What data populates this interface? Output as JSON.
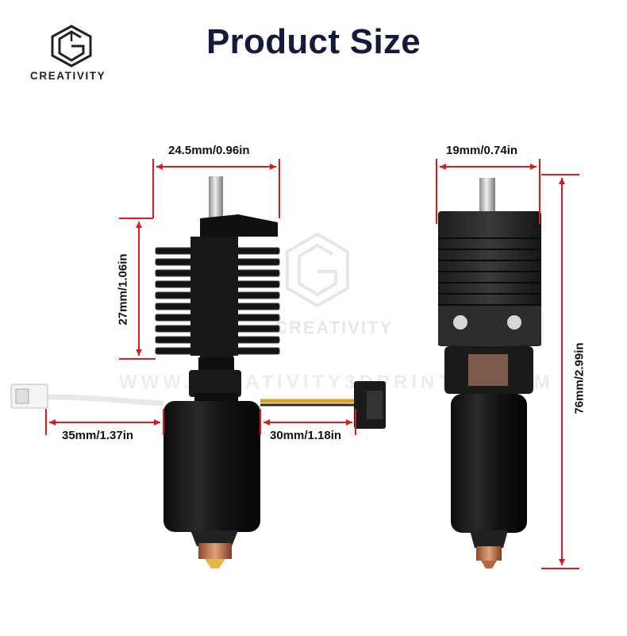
{
  "header": {
    "title": "Product Size",
    "brand_name": "CREATIVITY"
  },
  "watermark": {
    "brand_name": "CREATIVITY",
    "url": "WWW.CREATIVITY3DPRINTER.COM"
  },
  "dimensions": {
    "heatsink_width": "24.5mm/0.96in",
    "heatsink_height": "27mm/1.06in",
    "cable_left_length": "35mm/1.37in",
    "cable_right_length": "30mm/1.18in",
    "side_width": "19mm/0.74in",
    "total_height": "76mm/2.99in"
  },
  "colors": {
    "dimension_line": "#e0191f",
    "title": "#141a3c",
    "metal_black": "#161616",
    "copper_nozzle": "#c9835a"
  }
}
